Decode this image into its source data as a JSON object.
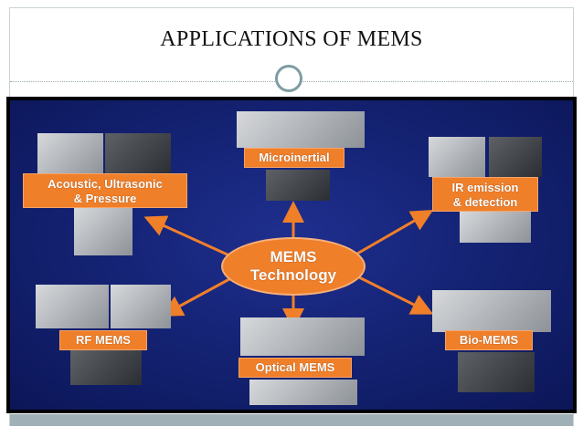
{
  "slide": {
    "title": "APPLICATIONS OF MEMS"
  },
  "diagram": {
    "center": {
      "line1": "MEMS",
      "line2": "Technology"
    },
    "nodes": [
      {
        "id": "acoustic",
        "line1": "Acoustic, Ultrasonic",
        "line2": "& Pressure"
      },
      {
        "id": "microinertial",
        "line1": "Microinertial",
        "line2": ""
      },
      {
        "id": "ir",
        "line1": "IR emission",
        "line2": "& detection"
      },
      {
        "id": "rf",
        "line1": "RF MEMS",
        "line2": ""
      },
      {
        "id": "optical",
        "line1": "Optical MEMS",
        "line2": ""
      },
      {
        "id": "bio",
        "line1": "Bio-MEMS",
        "line2": ""
      }
    ],
    "colors": {
      "accent": "#f07f2a",
      "background": "#132170",
      "footer": "#9fb1b6"
    }
  }
}
